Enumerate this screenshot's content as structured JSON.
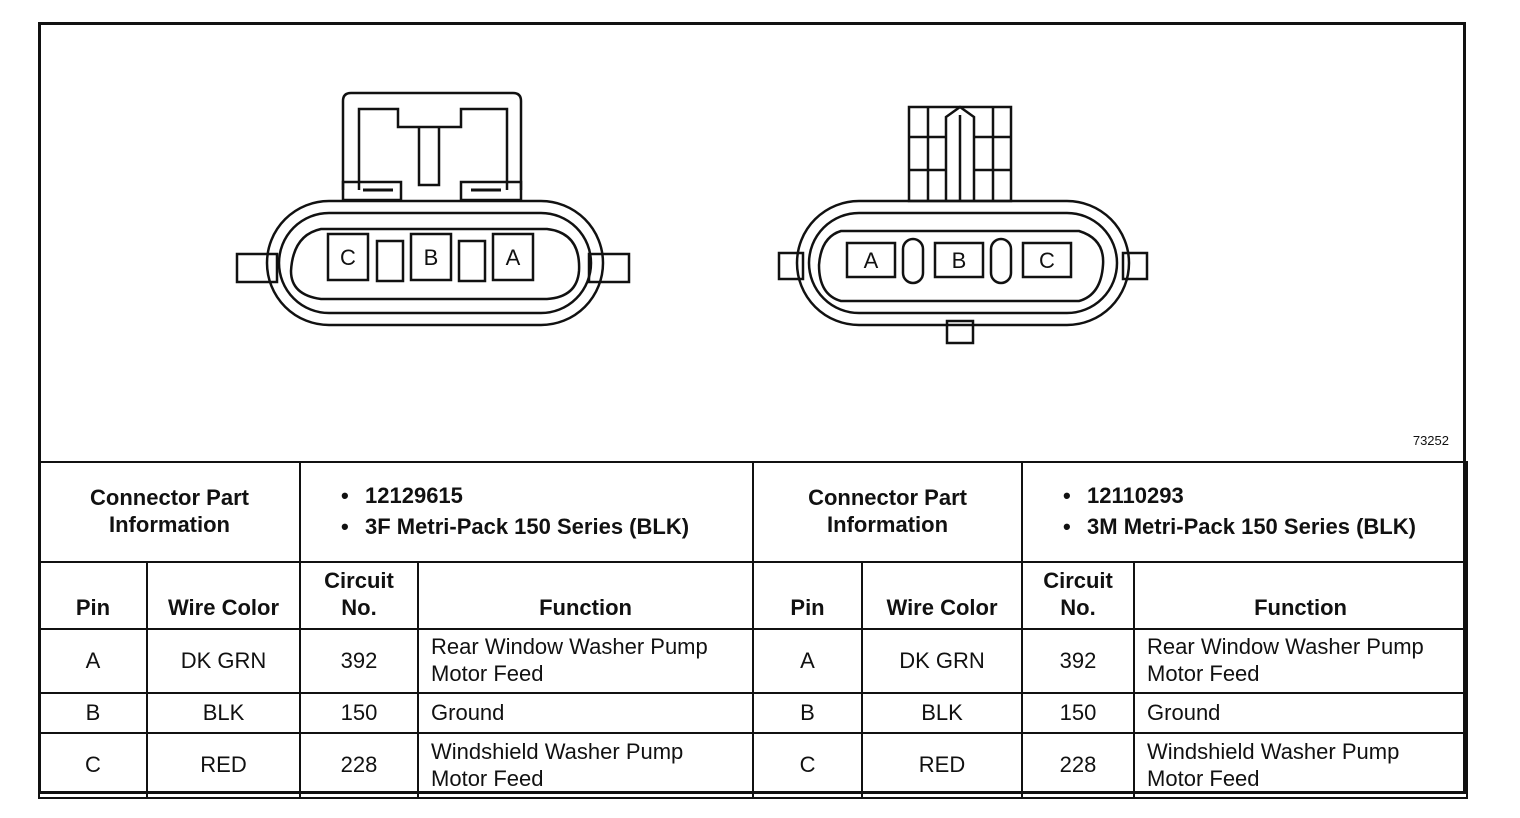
{
  "figure": {
    "number": "73252",
    "left_connector_pins": [
      "C",
      "B",
      "A"
    ],
    "right_connector_pins": [
      "A",
      "B",
      "C"
    ]
  },
  "left": {
    "info_label": "Connector Part Information",
    "part_info": [
      "12129615",
      "3F Metri-Pack 150 Series (BLK)"
    ],
    "headers": {
      "pin": "Pin",
      "wire_color": "Wire Color",
      "circuit": "Circuit No.",
      "function": "Function"
    },
    "rows": [
      {
        "pin": "A",
        "wire_color": "DK GRN",
        "circuit": "392",
        "function": "Rear Window Washer Pump Motor Feed"
      },
      {
        "pin": "B",
        "wire_color": "BLK",
        "circuit": "150",
        "function": "Ground"
      },
      {
        "pin": "C",
        "wire_color": "RED",
        "circuit": "228",
        "function": "Windshield Washer Pump Motor Feed"
      }
    ]
  },
  "right": {
    "info_label": "Connector Part Information",
    "part_info": [
      "12110293",
      "3M Metri-Pack 150 Series (BLK)"
    ],
    "headers": {
      "pin": "Pin",
      "wire_color": "Wire Color",
      "circuit": "Circuit No.",
      "function": "Function"
    },
    "rows": [
      {
        "pin": "A",
        "wire_color": "DK GRN",
        "circuit": "392",
        "function": "Rear Window Washer Pump Motor Feed"
      },
      {
        "pin": "B",
        "wire_color": "BLK",
        "circuit": "150",
        "function": "Ground"
      },
      {
        "pin": "C",
        "wire_color": "RED",
        "circuit": "228",
        "function": "Windshield Washer Pump Motor Feed"
      }
    ]
  }
}
